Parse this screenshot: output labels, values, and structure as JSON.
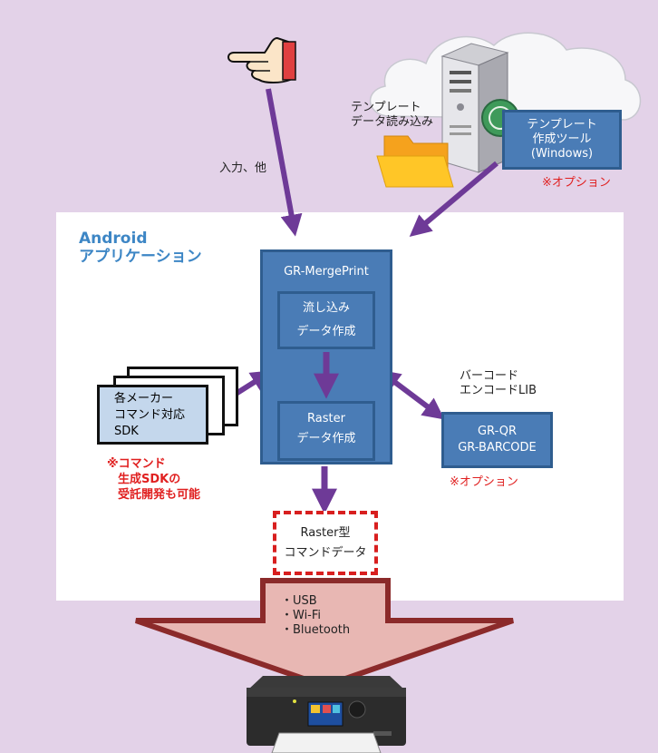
{
  "android_title": [
    "Android",
    "アプリケーション"
  ],
  "input_label": "入力、他",
  "template_read_label": [
    "テンプレート",
    "データ読み込み"
  ],
  "template_tool": [
    "テンプレート",
    "作成ツール",
    "(Windows)"
  ],
  "template_tool_option": "※オプション",
  "main_box": {
    "title": "GR-MergePrint",
    "stage1": [
      "流し込み",
      "データ作成"
    ],
    "stage2": [
      "Raster",
      "データ作成"
    ]
  },
  "sdk_box": [
    "各メーカー",
    "コマンド対応",
    "SDK"
  ],
  "sdk_note": [
    "※コマンド",
    "生成SDKの",
    "受託開発も可能"
  ],
  "barcode_label": [
    "バーコード",
    "エンコードLIB"
  ],
  "barcode_box": [
    "GR-QR",
    "GR-BARCODE"
  ],
  "barcode_option": "※オプション",
  "raster_cmd": [
    "Raster型",
    "コマンドデータ"
  ],
  "connections": [
    "・USB",
    "・Wi-Fi",
    "・Bluetooth"
  ],
  "colors": {
    "background": "#e3d2e8",
    "panel": "#ffffff",
    "box_blue": "#4a7cb6",
    "box_border": "#2f5d8f",
    "arrow_purple": "#6e3a97",
    "accent_title": "#3d86c5",
    "note_red": "#e02020",
    "big_arrow_fill": "#e8b7b3",
    "big_arrow_border": "#8b2a2a"
  },
  "icons": [
    "pointing-hand-icon",
    "cloud-icon",
    "server-tower-icon",
    "folder-icon",
    "globe-icon",
    "printer-icon"
  ]
}
